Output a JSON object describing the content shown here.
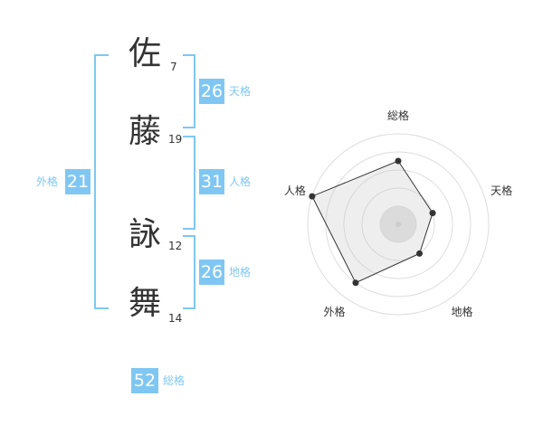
{
  "name": {
    "surname": [
      {
        "char": "佐",
        "strokes": "7"
      },
      {
        "char": "藤",
        "strokes": "19"
      }
    ],
    "given": [
      {
        "char": "詠",
        "strokes": "12"
      },
      {
        "char": "舞",
        "strokes": "14"
      }
    ]
  },
  "fortunes": {
    "tenkaku": {
      "label": "天格",
      "value": "26"
    },
    "jinkaku": {
      "label": "人格",
      "value": "31"
    },
    "chikaku": {
      "label": "地格",
      "value": "26"
    },
    "gaikaku": {
      "label": "外格",
      "value": "21"
    },
    "soukaku": {
      "label": "総格",
      "value": "52"
    }
  },
  "colors": {
    "accent": "#7fc7f2",
    "text": "#333333",
    "grid": "#dddddd",
    "fill": "#f0f0f0"
  },
  "chart_data": {
    "type": "radar",
    "axes": [
      "総格",
      "天格",
      "地格",
      "外格",
      "人格"
    ],
    "values": [
      0.7,
      0.4,
      0.4,
      0.8,
      1.0
    ],
    "rings": 5
  }
}
